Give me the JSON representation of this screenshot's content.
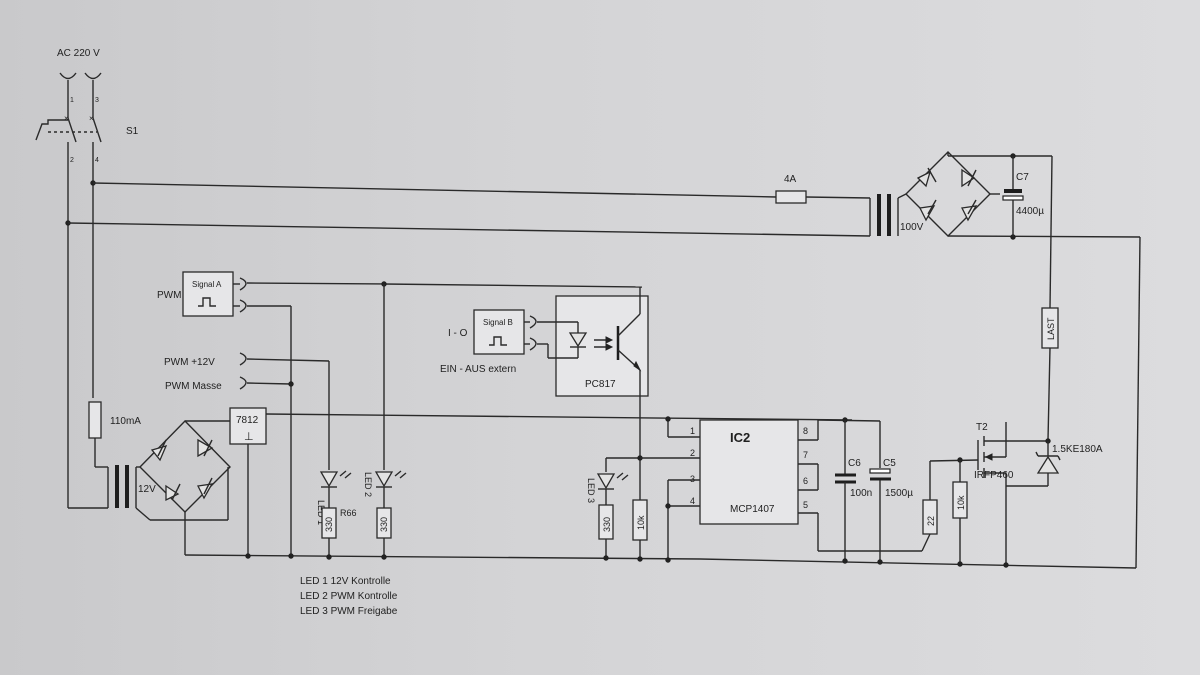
{
  "mains": {
    "label": "AC  220 V",
    "pin1": "1",
    "pin2": "2",
    "pin3": "3",
    "pin4": "4",
    "switch": "S1"
  },
  "fuse_main": "4A",
  "fuse_aux": "110mA",
  "transformer_main": "100V",
  "transformer_aux": "12V",
  "cap_c7": {
    "name": "C7",
    "value": "4400µ"
  },
  "load": "LAST",
  "signal_a": {
    "title": "Signal A",
    "label": "PWM"
  },
  "signal_b": {
    "title": "Signal B",
    "label": "I - O",
    "caption": "EIN - AUS extern"
  },
  "terminals": {
    "pwm12": "PWM +12V",
    "pwm_gnd": "PWM Masse"
  },
  "regulator": {
    "name": "7812"
  },
  "optocoupler": "PC817",
  "ic": {
    "name": "IC2",
    "part": "MCP1407",
    "pins": [
      "1",
      "2",
      "3",
      "4",
      "5",
      "6",
      "7",
      "8"
    ]
  },
  "leds": {
    "led1": "LED 1",
    "led2": "LED 2",
    "led3": "LED 3"
  },
  "resistors": {
    "r1": "330",
    "r66": "R66",
    "r2": "330",
    "r3": "330",
    "r4": "10k",
    "r5": "22",
    "r6": "10k"
  },
  "caps": {
    "c6": {
      "name": "C6",
      "value": "100n"
    },
    "c5": {
      "name": "C5",
      "value": "1500µ"
    }
  },
  "mosfet": {
    "name": "T2",
    "part": "IRFP460"
  },
  "tvs": "1.5KE180A",
  "legend": [
    "LED 1  12V Kontrolle",
    "LED 2  PWM Kontrolle",
    "LED 3  PWM Freigabe"
  ]
}
